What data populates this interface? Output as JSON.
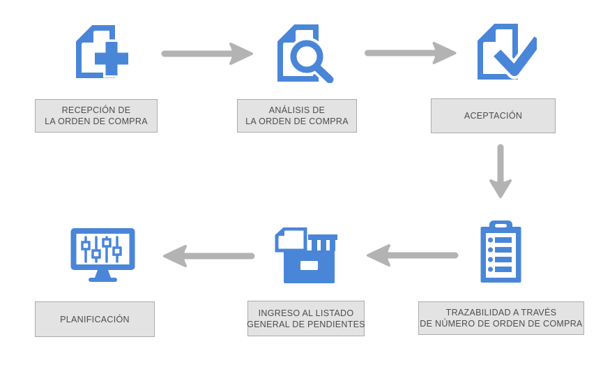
{
  "diagram": {
    "steps": [
      {
        "id": "recepcion",
        "icon": "document-add-icon",
        "lines": [
          "RECEPCIÓN DE",
          "LA ORDEN DE COMPRA"
        ]
      },
      {
        "id": "analisis",
        "icon": "document-search-icon",
        "lines": [
          "ANÁLISIS DE",
          "LA ORDEN DE COMPRA"
        ]
      },
      {
        "id": "aceptacion",
        "icon": "document-check-icon",
        "lines": [
          "ACEPTACIÓN"
        ]
      },
      {
        "id": "trazabilidad",
        "icon": "clipboard-list-icon",
        "lines": [
          "TRAZABILIDAD A TRAVÉS",
          "DE NÚMERO DE ORDEN DE COMPRA"
        ]
      },
      {
        "id": "ingreso",
        "icon": "drawer-files-icon",
        "lines": [
          "INGRESO AL LISTADO",
          "GENERAL DE PENDIENTES"
        ]
      },
      {
        "id": "planificacion",
        "icon": "monitor-sliders-icon",
        "lines": [
          "PLANIFICACIÓN"
        ]
      }
    ],
    "connectors": [
      {
        "from": "recepcion",
        "to": "analisis",
        "direction": "right"
      },
      {
        "from": "analisis",
        "to": "aceptacion",
        "direction": "right"
      },
      {
        "from": "aceptacion",
        "to": "trazabilidad",
        "direction": "down"
      },
      {
        "from": "trazabilidad",
        "to": "ingreso",
        "direction": "left"
      },
      {
        "from": "ingreso",
        "to": "planificacion",
        "direction": "left"
      }
    ],
    "colors": {
      "icon_blue": "#4a86d8",
      "arrow_gray": "#b3b3b3",
      "box_background": "#e3e3e3",
      "box_border": "#ababab",
      "label_text": "#4c4c4c",
      "page_background": "#ffffff"
    }
  }
}
